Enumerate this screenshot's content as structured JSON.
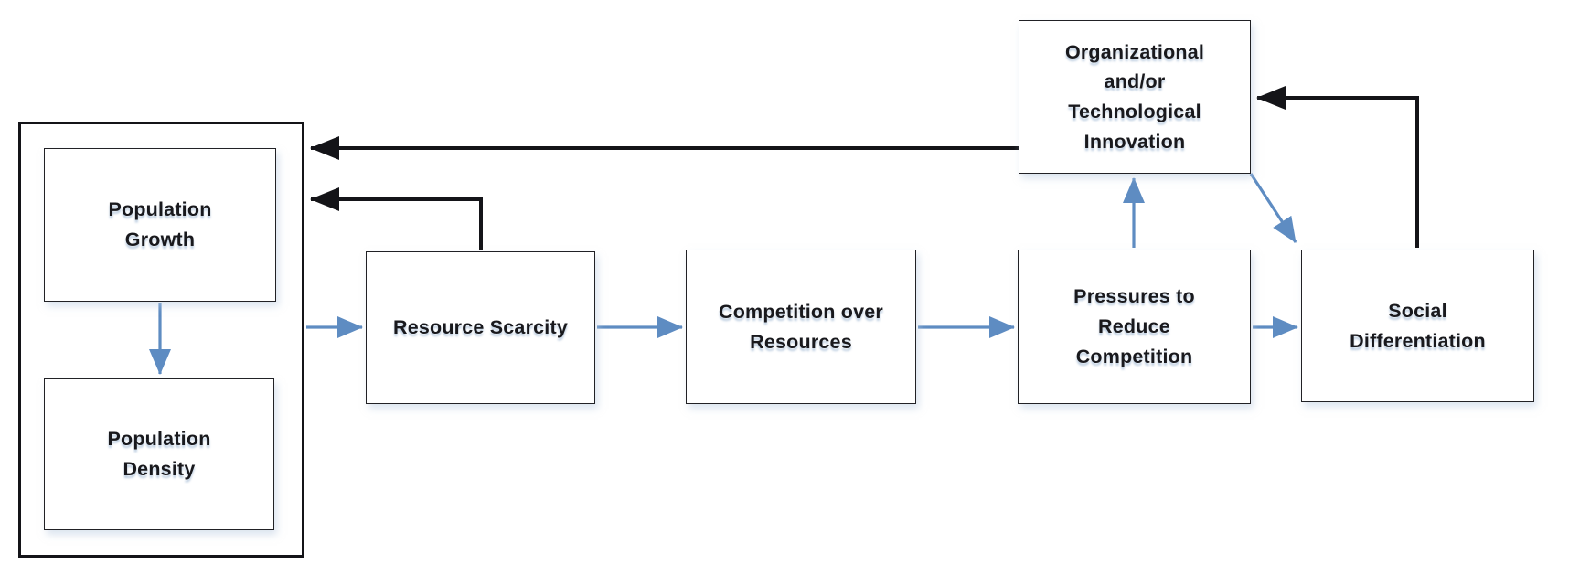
{
  "diagram": {
    "kind": "flow-diagram",
    "nodes": {
      "population_block": {
        "label": ""
      },
      "population_growth": {
        "label": "Population\nGrowth"
      },
      "population_density": {
        "label": "Population\nDensity"
      },
      "resource_scarcity": {
        "label": "Resource Scarcity"
      },
      "competition_over_resources": {
        "label": "Competition over\nResources"
      },
      "pressures_to_reduce_competition": {
        "label": "Pressures to\nReduce\nCompetition"
      },
      "organizational_technological_innovation": {
        "label": "Organizational\nand/or\nTechnological\nInnovation"
      },
      "social_differentiation": {
        "label": "Social\nDifferentiation"
      }
    },
    "edges": [
      {
        "from": "population_growth",
        "to": "population_density",
        "style": "flow"
      },
      {
        "from": "population_block",
        "to": "resource_scarcity",
        "style": "flow"
      },
      {
        "from": "resource_scarcity",
        "to": "competition_over_resources",
        "style": "flow"
      },
      {
        "from": "competition_over_resources",
        "to": "pressures_to_reduce_competition",
        "style": "flow"
      },
      {
        "from": "pressures_to_reduce_competition",
        "to": "social_differentiation",
        "style": "flow"
      },
      {
        "from": "pressures_to_reduce_competition",
        "to": "organizational_technological_innovation",
        "style": "flow"
      },
      {
        "from": "organizational_technological_innovation",
        "to": "social_differentiation",
        "style": "flow"
      },
      {
        "from": "resource_scarcity",
        "to": "population_block",
        "style": "feedback"
      },
      {
        "from": "organizational_technological_innovation",
        "to": "population_block",
        "style": "feedback"
      },
      {
        "from": "social_differentiation",
        "to": "organizational_technological_innovation",
        "style": "feedback"
      }
    ],
    "colors": {
      "flow_arrow": "#5E8CC2",
      "feedback_arrow": "#141418",
      "node_border": "#212125",
      "outer_border": "#141418",
      "node_fill": "#FFFFFF",
      "canvas_bg": "#FFFFFF",
      "text": "#19191D"
    }
  }
}
